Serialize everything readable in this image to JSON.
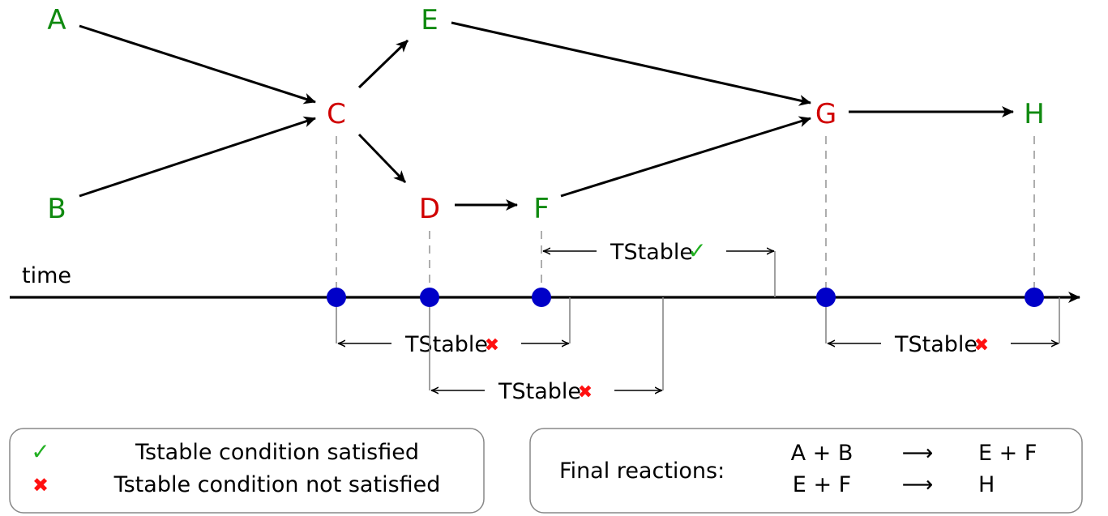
{
  "colors": {
    "stable_species": "#108a10",
    "unstable_species": "#d00000",
    "event_dot": "#0000c8",
    "satisfied": "#22b022",
    "not_satisfied": "#ff1010",
    "dashed": "#999999"
  },
  "species": [
    {
      "id": "A",
      "label": "A",
      "stable": true
    },
    {
      "id": "B",
      "label": "B",
      "stable": true
    },
    {
      "id": "C",
      "label": "C",
      "stable": false
    },
    {
      "id": "D",
      "label": "D",
      "stable": false
    },
    {
      "id": "E",
      "label": "E",
      "stable": true
    },
    {
      "id": "F",
      "label": "F",
      "stable": true
    },
    {
      "id": "G",
      "label": "G",
      "stable": false
    },
    {
      "id": "H",
      "label": "H",
      "stable": true
    }
  ],
  "reactions": [
    {
      "from": "A",
      "to": "C"
    },
    {
      "from": "B",
      "to": "C"
    },
    {
      "from": "C",
      "to": "E"
    },
    {
      "from": "C",
      "to": "D"
    },
    {
      "from": "D",
      "to": "F"
    },
    {
      "from": "E",
      "to": "G"
    },
    {
      "from": "F",
      "to": "G"
    },
    {
      "from": "G",
      "to": "H"
    }
  ],
  "timeline": {
    "axis_label": "time",
    "events": [
      "C",
      "D",
      "F",
      "G",
      "H"
    ],
    "tstable_checks": [
      {
        "start_event": "C",
        "label": "TStable",
        "satisfied": false,
        "mark": "✖"
      },
      {
        "start_event": "D",
        "label": "TStable",
        "satisfied": false,
        "mark": "✖"
      },
      {
        "start_event": "F",
        "label": "TStable",
        "satisfied": true,
        "mark": "✓"
      },
      {
        "start_event": "G",
        "label": "TStable",
        "satisfied": false,
        "mark": "✖"
      }
    ]
  },
  "legend": {
    "items": [
      {
        "mark": "✓",
        "satisfied": true,
        "text": "Tstable condition satisfied"
      },
      {
        "mark": "✖",
        "satisfied": false,
        "text": "Tstable condition not satisfied"
      }
    ]
  },
  "final_reactions": {
    "title": "Final reactions:",
    "arrow": "⟶",
    "rows": [
      {
        "reactants": "A + B",
        "products": "E + F"
      },
      {
        "reactants": "E + F",
        "products": "H"
      }
    ]
  }
}
